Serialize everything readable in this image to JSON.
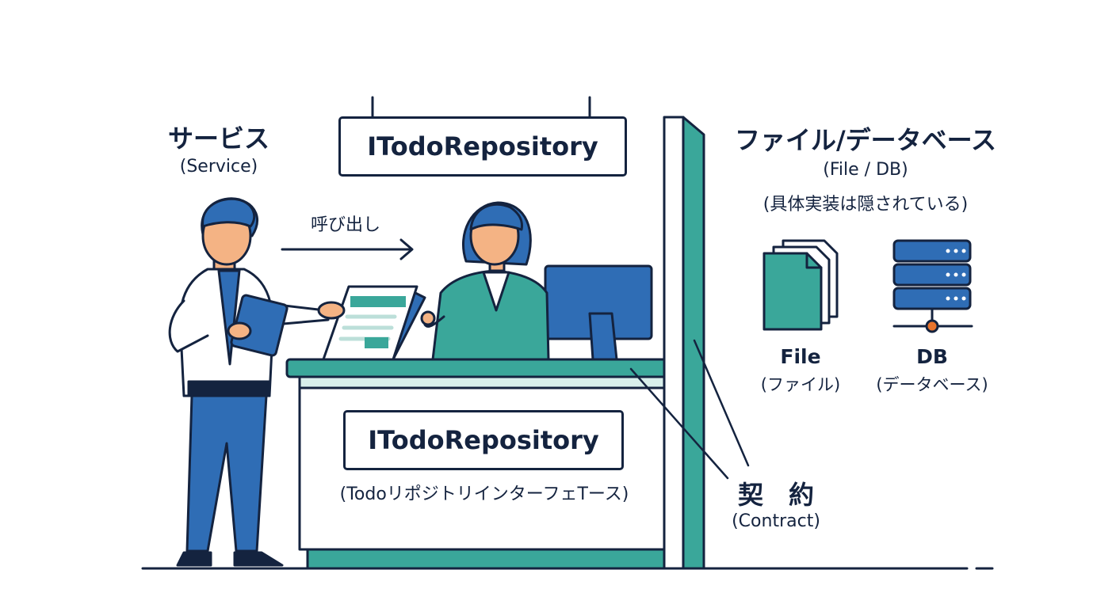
{
  "service": {
    "title": "サービス",
    "subtitle": "(Service)"
  },
  "call_label": "呼び出し",
  "counter_sign": {
    "label": "ITodoRepository"
  },
  "counter_panel": {
    "label": "ITodoRepository",
    "caption": "(TodoリポジトリインターフェTース)"
  },
  "storage": {
    "title": "ファイル/データベース",
    "subtitle": "(File / DB)",
    "note": "(具体実装は隠されている)",
    "file": {
      "label": "File",
      "sublabel": "(ファイル)",
      "icon": "file-stack-icon"
    },
    "db": {
      "label": "DB",
      "sublabel": "(データベース)",
      "icon": "database-server-icon"
    }
  },
  "contract": {
    "label": "契　約",
    "sublabel": "(Contract)"
  },
  "colors": {
    "navy": "#14233f",
    "blue": "#2f6db5",
    "teal": "#3aa79a",
    "light_teal": "#d8efeb",
    "orange": "#e8742c",
    "skin": "#f4b384"
  }
}
